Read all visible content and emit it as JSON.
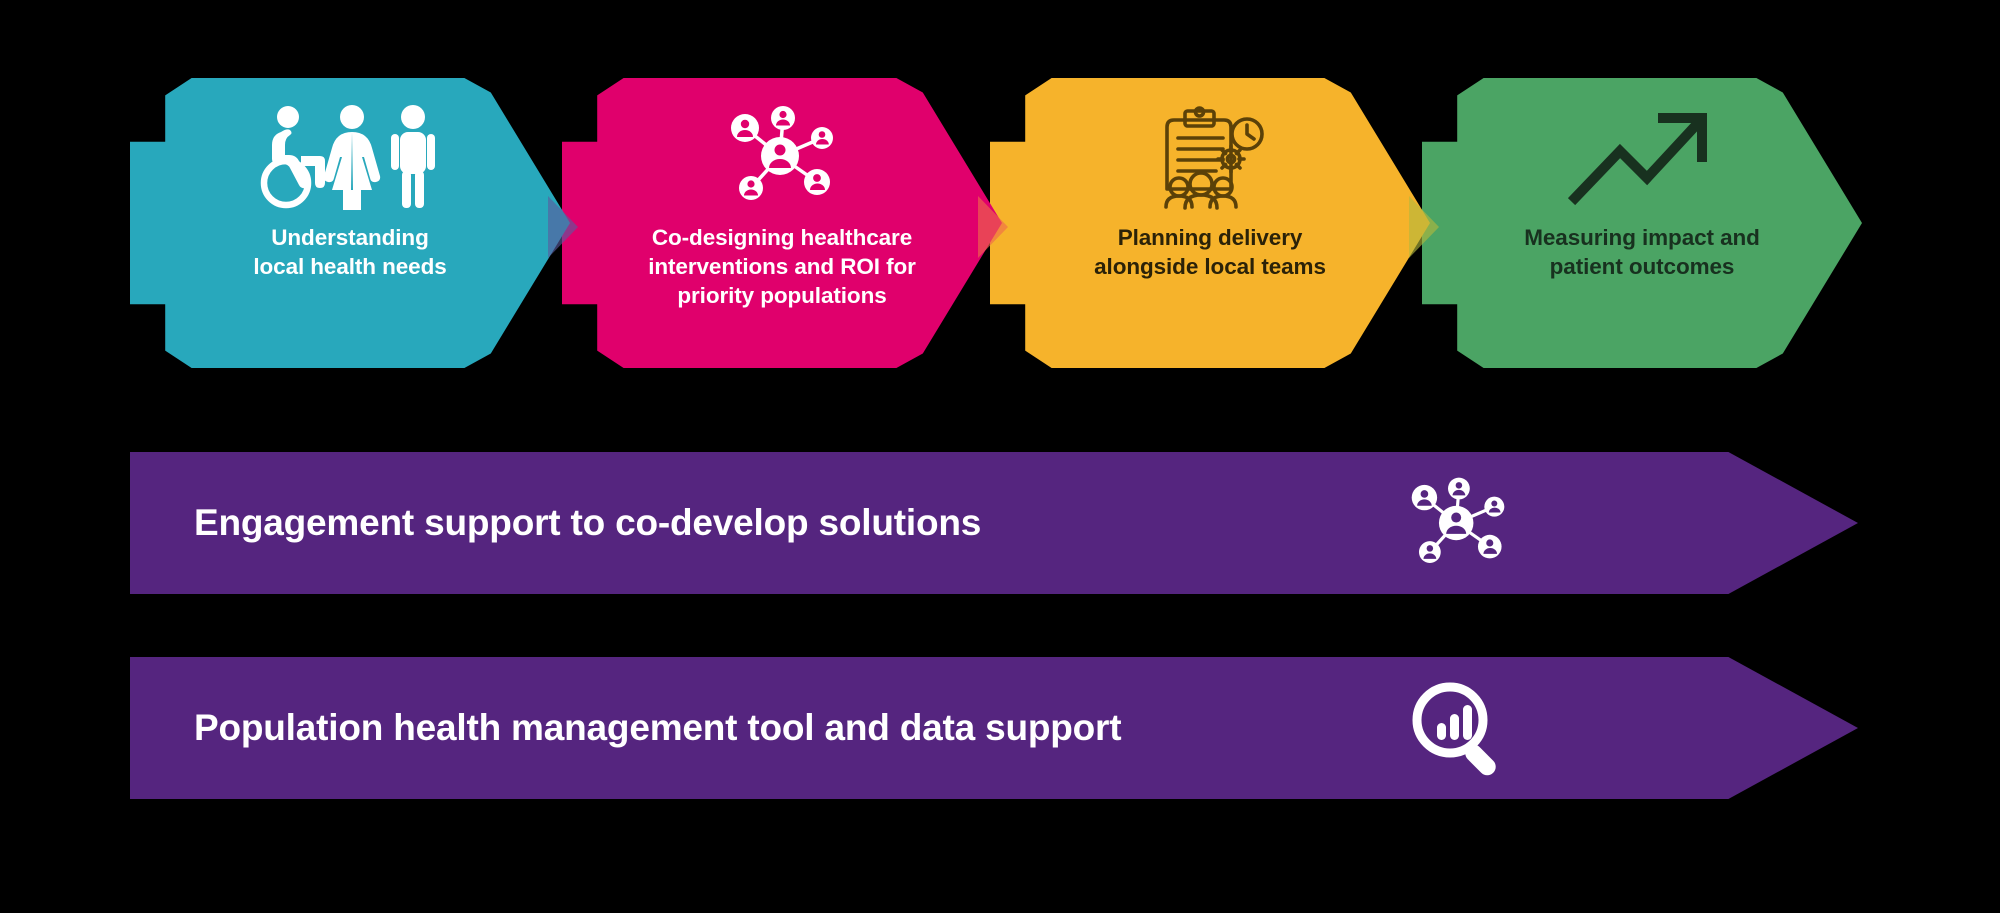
{
  "background_color": "#000000",
  "process": {
    "steps": [
      {
        "id": "understanding-local-health-needs",
        "label": "Understanding\nlocal health needs",
        "label_line1": "Understanding",
        "label_line2": "local health needs",
        "color": "#28A8BC",
        "text_color": "#FFFFFF",
        "icon": "people-group-accessibility-icon"
      },
      {
        "id": "co-designing-healthcare-interventions",
        "label": "Co-designing healthcare interventions and ROI for priority populations",
        "label_line1": "Co-designing healthcare",
        "label_line2": "interventions and ROI for",
        "label_line3": "priority populations",
        "color": "#E0006C",
        "text_color": "#FFFFFF",
        "icon": "people-network-icon"
      },
      {
        "id": "planning-delivery-alongside-local-teams",
        "label": "Planning delivery alongside local teams",
        "label_line1": "Planning delivery",
        "label_line2": "alongside local teams",
        "color": "#F6B32B",
        "text_color": "#2B2208",
        "icon": "clipboard-clock-gear-team-icon"
      },
      {
        "id": "measuring-impact-and-patient-outcomes",
        "label": "Measuring impact and patient outcomes",
        "label_line1": "Measuring impact and",
        "label_line2": "patient outcomes",
        "color": "#4BA464",
        "text_color": "#18311F",
        "icon": "upward-trend-arrow-icon"
      }
    ]
  },
  "banners": [
    {
      "id": "engagement-support",
      "label": "Engagement support to co-develop solutions",
      "color": "#55257F",
      "text_color": "#FFFFFF",
      "icon": "people-network-icon"
    },
    {
      "id": "population-health-management",
      "label": "Population health management tool and data support",
      "color": "#55257F",
      "text_color": "#FFFFFF",
      "icon": "magnifier-bar-chart-icon"
    }
  ]
}
